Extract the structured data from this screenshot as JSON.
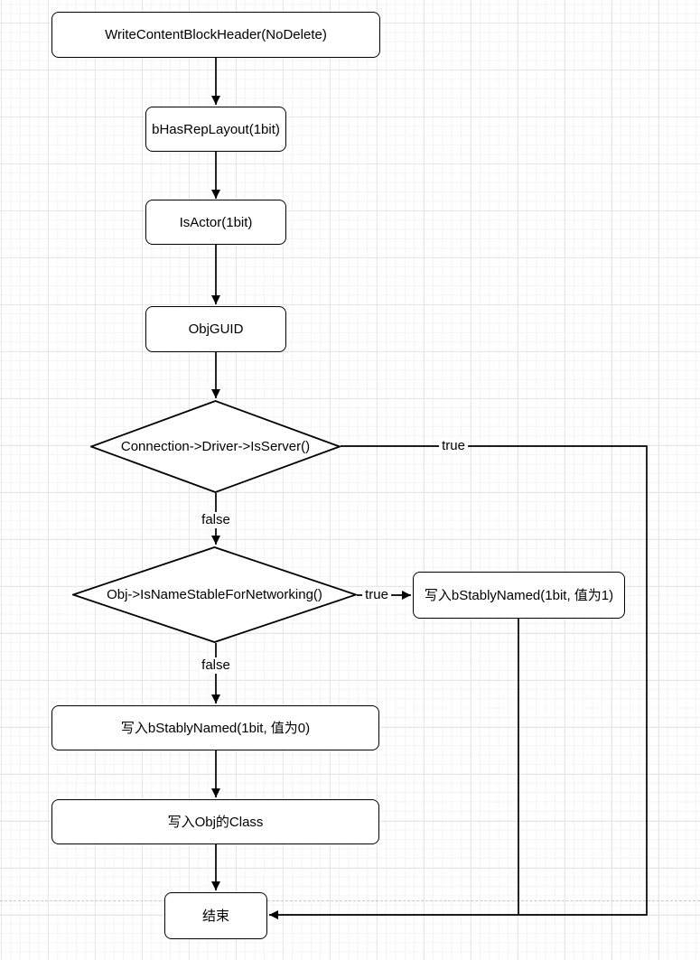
{
  "canvas": {
    "background_color": "#ffffff",
    "grid_minor_color": "#f4f4f4",
    "grid_major_color": "#e7e7e7",
    "page_break_color": "#c8c8c8",
    "shape_stroke_color": "#000000",
    "shape_fill_color": "#ffffff",
    "text_color": "#000000"
  },
  "nodes": {
    "write_content_block_header": "WriteContentBlockHeader(NoDelete)",
    "b_has_rep_layout": "bHasRepLayout(1bit)",
    "is_actor": "IsActor(1bit)",
    "obj_guid": "ObjGUID",
    "connection_driver_is_server": "Connection->Driver->IsServer()",
    "obj_is_name_stable": "Obj->IsNameStableForNetworking()",
    "write_b_stably_named_1": "写入bStablyNamed(1bit, 值为1)",
    "write_b_stably_named_0": "写入bStablyNamed(1bit, 值为0)",
    "write_obj_class": "写入Obj的Class",
    "end": "结束"
  },
  "edge_labels": {
    "is_server_true": "true",
    "is_server_false": "false",
    "name_stable_true": "true",
    "name_stable_false": "false"
  }
}
